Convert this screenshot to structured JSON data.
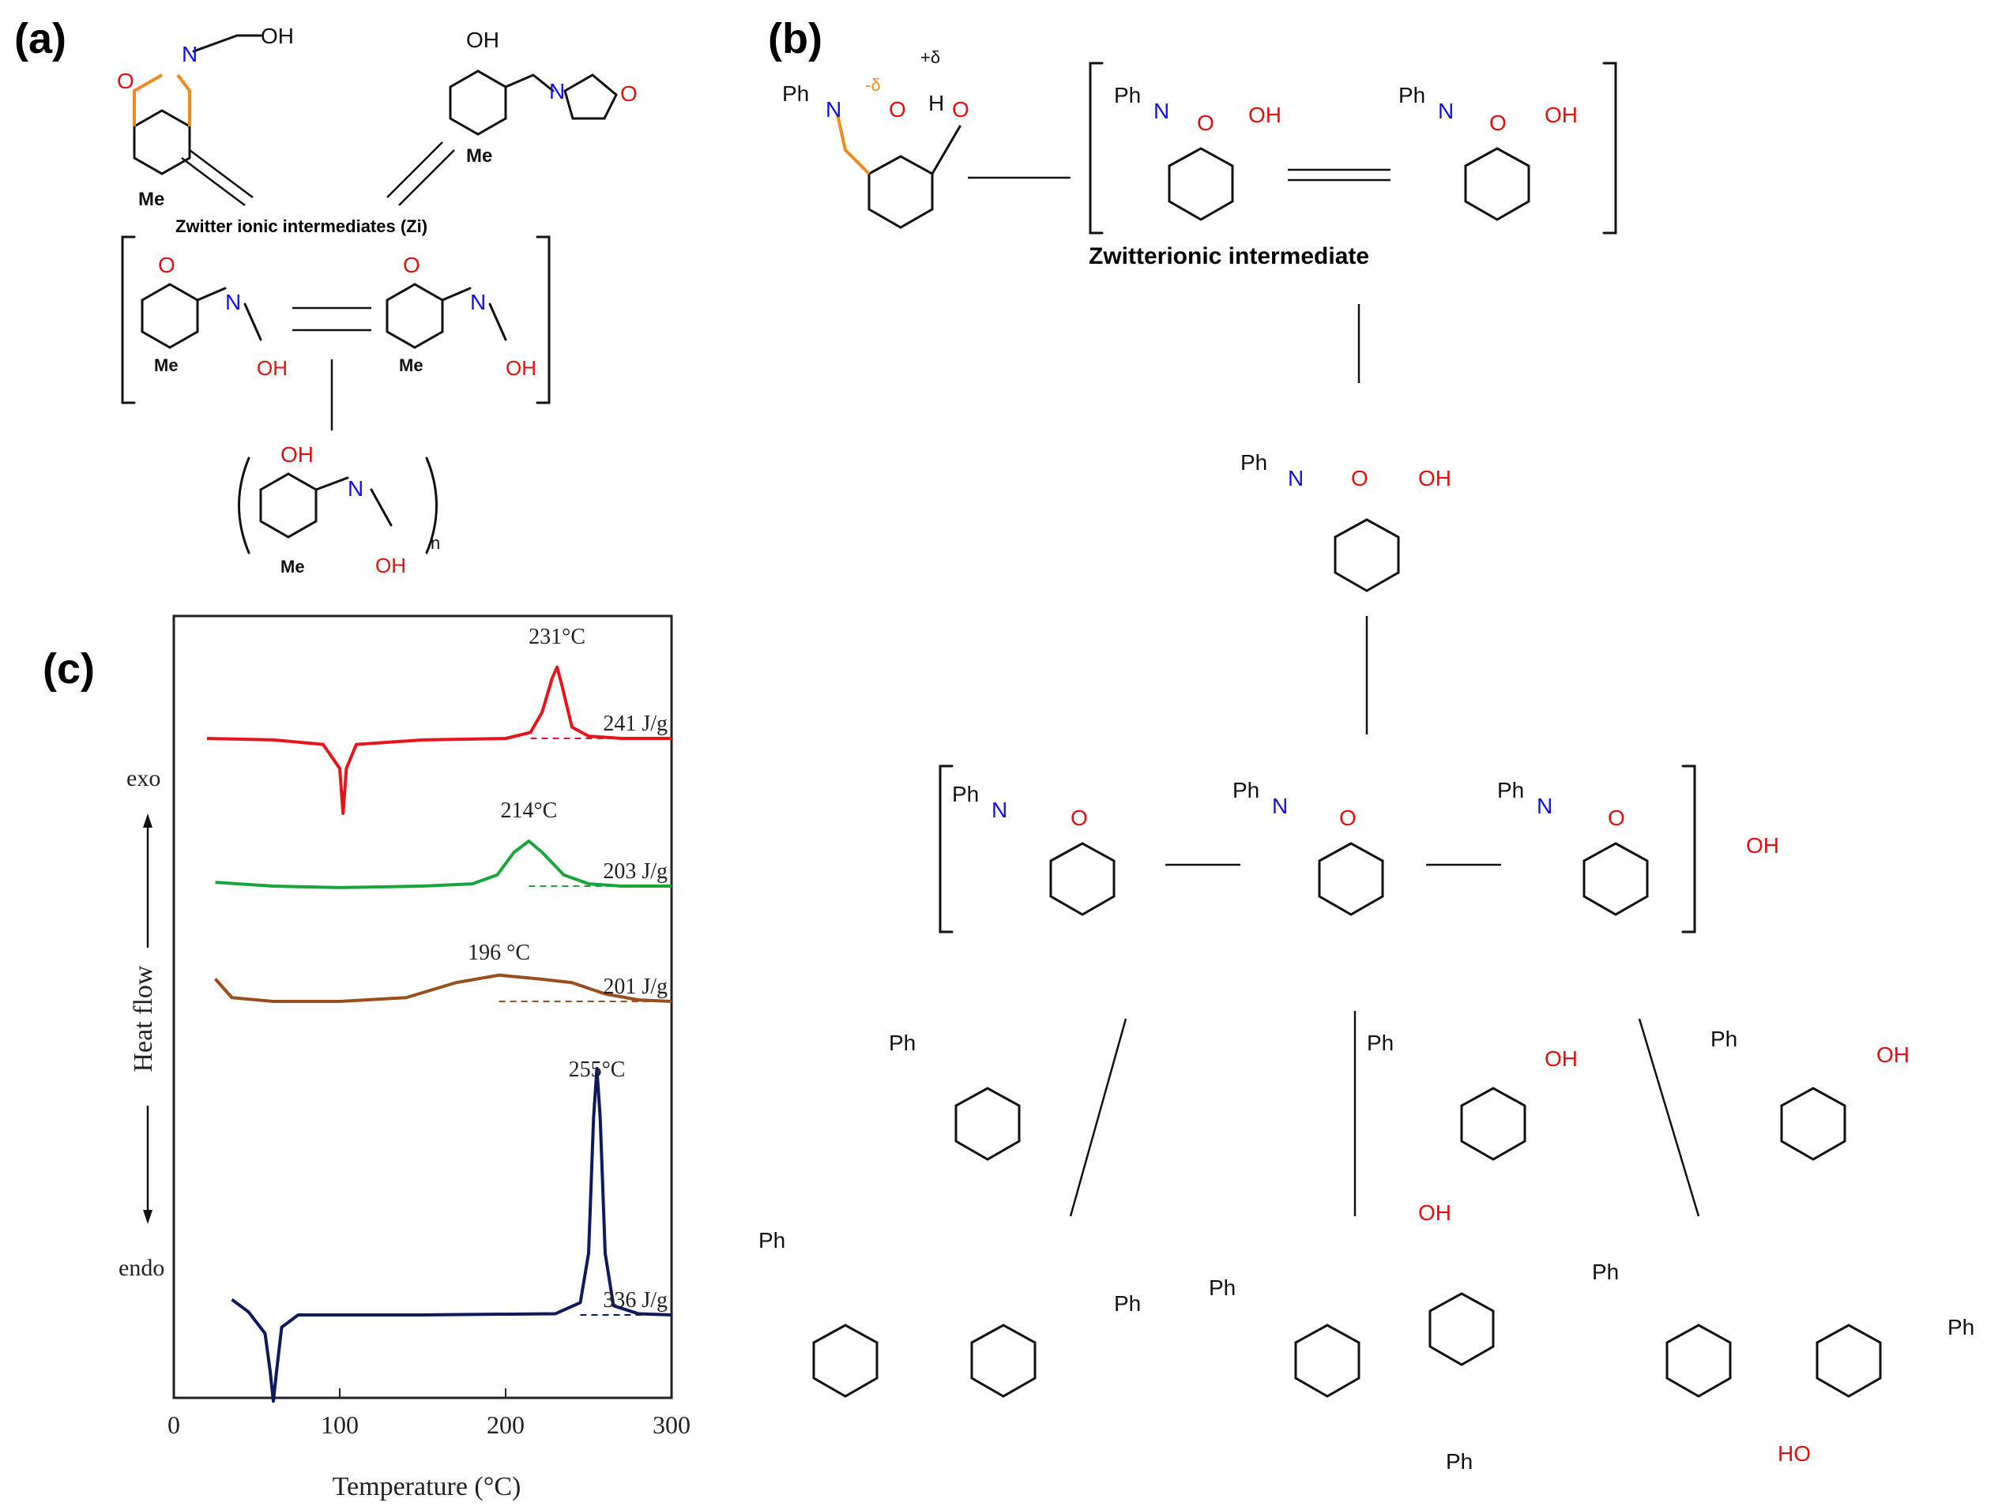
{
  "panels": {
    "a": {
      "label": "(a)",
      "caption": "Zwitter ionic intermediates (Zi)"
    },
    "b": {
      "label": "(b)",
      "caption": "Zwitterionic intermediate"
    },
    "c": {
      "label": "(c)"
    }
  },
  "atoms": {
    "ph": "Ph",
    "n": "N",
    "o": "O",
    "oh": "OH",
    "ho": "HO",
    "me": "Me",
    "h": "H",
    "n_sub": "n",
    "plus_delta": "+δ",
    "minus_delta": "-δ"
  },
  "colors": {
    "oxygen": "#e01010",
    "nitrogen": "#1010e0",
    "oxazine_ring": "#f08a1c",
    "cleavage": "#e020e0"
  },
  "chart_data": {
    "type": "line",
    "xlabel": "Temperature (°C)",
    "ylabel": "Heat flow",
    "xlim": [
      0,
      300
    ],
    "xticks": [
      0,
      100,
      200,
      300
    ],
    "exo_label": "exo",
    "endo_label": "endo",
    "series": [
      {
        "color": "#e8141c",
        "peak_label": "231°C",
        "enthalpy_label": "241 J/g",
        "x": [
          20,
          60,
          90,
          100,
          102,
          104,
          110,
          150,
          200,
          215,
          222,
          228,
          231,
          234,
          240,
          250,
          270,
          300
        ],
        "y": [
          0,
          -0.02,
          -0.08,
          -0.4,
          -1.0,
          -0.4,
          -0.08,
          -0.02,
          0,
          0.08,
          0.35,
          0.8,
          0.95,
          0.7,
          0.15,
          0.03,
          0,
          0
        ]
      },
      {
        "color": "#1aa53a",
        "peak_label": "214°C",
        "enthalpy_label": "203 J/g",
        "x": [
          25,
          60,
          100,
          150,
          180,
          195,
          205,
          214,
          222,
          235,
          250,
          270,
          300
        ],
        "y": [
          0.05,
          0,
          -0.02,
          0,
          0.03,
          0.15,
          0.45,
          0.6,
          0.45,
          0.15,
          0.03,
          0,
          0
        ]
      },
      {
        "color": "#9a4e1c",
        "peak_label": "196 °C",
        "enthalpy_label": "201 J/g",
        "x": [
          25,
          35,
          60,
          100,
          140,
          170,
          196,
          220,
          240,
          260,
          280,
          300
        ],
        "y": [
          0.3,
          0.05,
          0,
          0,
          0.05,
          0.25,
          0.35,
          0.3,
          0.25,
          0.1,
          0.02,
          0
        ]
      },
      {
        "color": "#0e1a5c",
        "peak_label": "255°C",
        "enthalpy_label": "336 J/g",
        "x": [
          35,
          45,
          55,
          58,
          60,
          62,
          65,
          75,
          150,
          230,
          245,
          250,
          253,
          255,
          257,
          260,
          265,
          280,
          300
        ],
        "y": [
          0.25,
          0.05,
          -0.3,
          -0.9,
          -1.4,
          -0.9,
          -0.2,
          0,
          0,
          0.02,
          0.2,
          1.0,
          3.2,
          4.0,
          3.2,
          1.0,
          0.15,
          0.02,
          0
        ]
      }
    ]
  }
}
